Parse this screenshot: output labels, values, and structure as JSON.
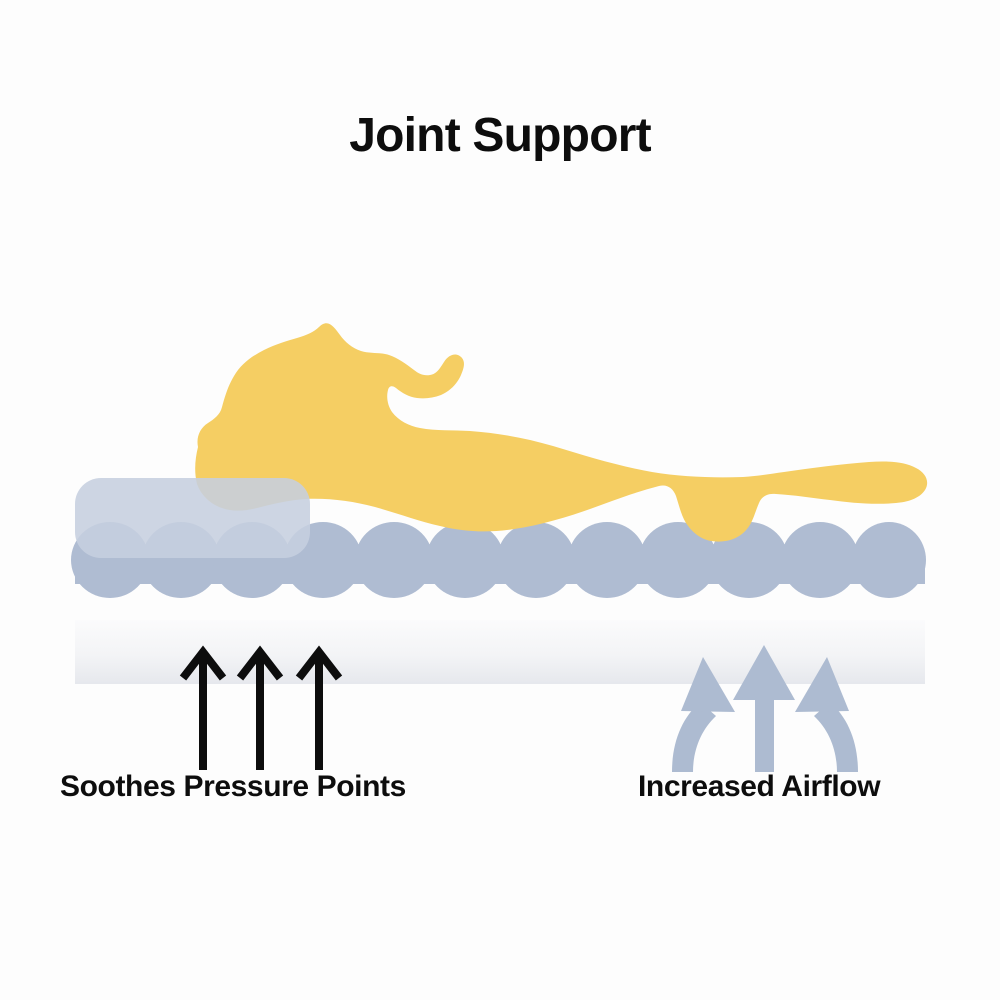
{
  "title": "Joint Support",
  "background_color": "#fdfdfd",
  "captions": {
    "left": "Soothes Pressure Points",
    "right": "Increased Airflow"
  },
  "colors": {
    "title_text": "#0d0d0d",
    "caption_text": "#0d0d0d",
    "dog": "#f5ce63",
    "bubble_layer": "#afbcd2",
    "cushion": "#d2d8e2",
    "base_slab_top": "#fbfbfc",
    "base_slab_bottom": "#e6e8ed",
    "pressure_arrow": "#0d0d0d",
    "airflow_arrow": "#adbbd1"
  },
  "illustration": {
    "dog_label": "dog-silhouette",
    "cushion_label": "memory-foam-cushion",
    "bubble_layer_label": "egg-crate-foam-layer",
    "base_layer_label": "support-base-layer",
    "bubble_count": 12,
    "pressure_arrow_count": 3,
    "airflow_arrow_count": 3
  }
}
